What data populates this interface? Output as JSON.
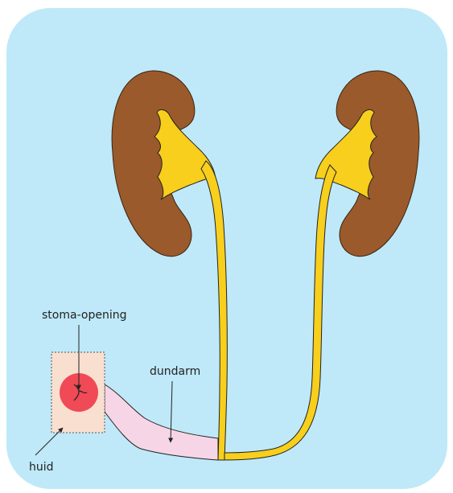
{
  "labels": {
    "stoma_opening": "stoma-opening",
    "dundarm": "dundarm",
    "huid": "huid"
  },
  "colors": {
    "background": "#bfe9f8",
    "kidney": "#9b5a2b",
    "ureter": "#f7cf1c",
    "skin_patch": "#f9dfd0",
    "stoma": "#ef4a55",
    "small_intestine": "#f6d6e6",
    "outline": "#222222"
  }
}
